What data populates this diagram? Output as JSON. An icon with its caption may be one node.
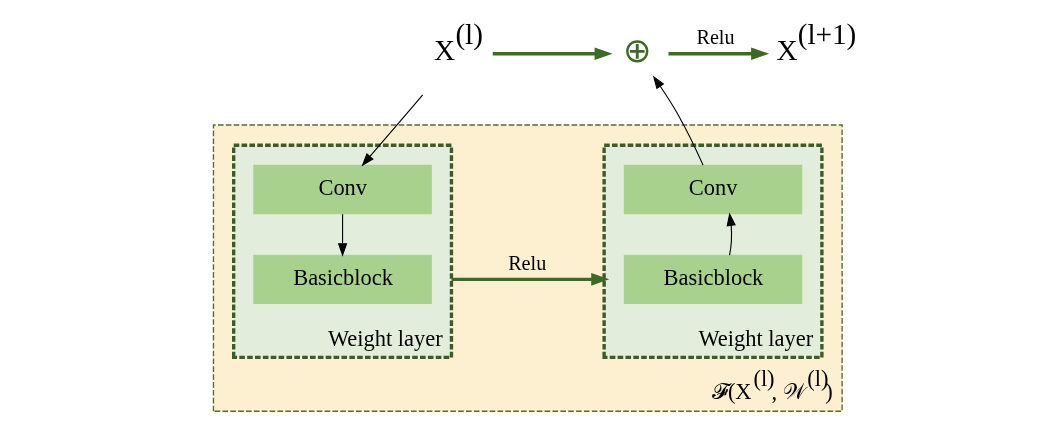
{
  "diagram": {
    "nodes": [
      {
        "text": [
          "X$^{(l)}$"
        ]
      },
      {
        "text": [
          "⊕"
        ]
      },
      {
        "text": [
          "X$^{(l+1)}$"
        ]
      },
      {
        "text": [],
        "shape": "box",
        "beside": [
          "𝓕(X$^{(l)}$, 𝒲$^{(l)}$)"
        ]
      },
      {
        "text": [
          "Weight layer"
        ],
        "in": 3
      },
      {
        "text": [
          "Conv"
        ],
        "in": 4
      },
      {
        "text": [
          "Basicblock"
        ],
        "in": 4
      },
      {
        "text": [
          "Weight layer"
        ],
        "in": 3
      },
      {
        "text": [
          "Conv"
        ],
        "in": 7
      },
      {
        "text": [
          "Basicblock"
        ],
        "in": 7
      }
    ],
    "edges": [
      {
        "from": 0,
        "to": 1,
        "arrow": "to",
        "style": "thick",
        "color": "#3d6b25"
      },
      {
        "from": 1,
        "to": 2,
        "arrow": "to",
        "label": "Relu",
        "style": "thick",
        "color": "#3d6b25"
      },
      {
        "from": 0,
        "to": 5,
        "arrow": "to"
      },
      {
        "from": 5,
        "to": 6,
        "arrow": "to"
      },
      {
        "from": 4,
        "to": 7,
        "arrow": "to",
        "label": "Relu",
        "style": "thick",
        "color": "#3d6b25"
      },
      {
        "from": 9,
        "to": 8,
        "arrow": "to"
      },
      {
        "from": 8,
        "to": 1,
        "arrow": "to"
      }
    ]
  }
}
